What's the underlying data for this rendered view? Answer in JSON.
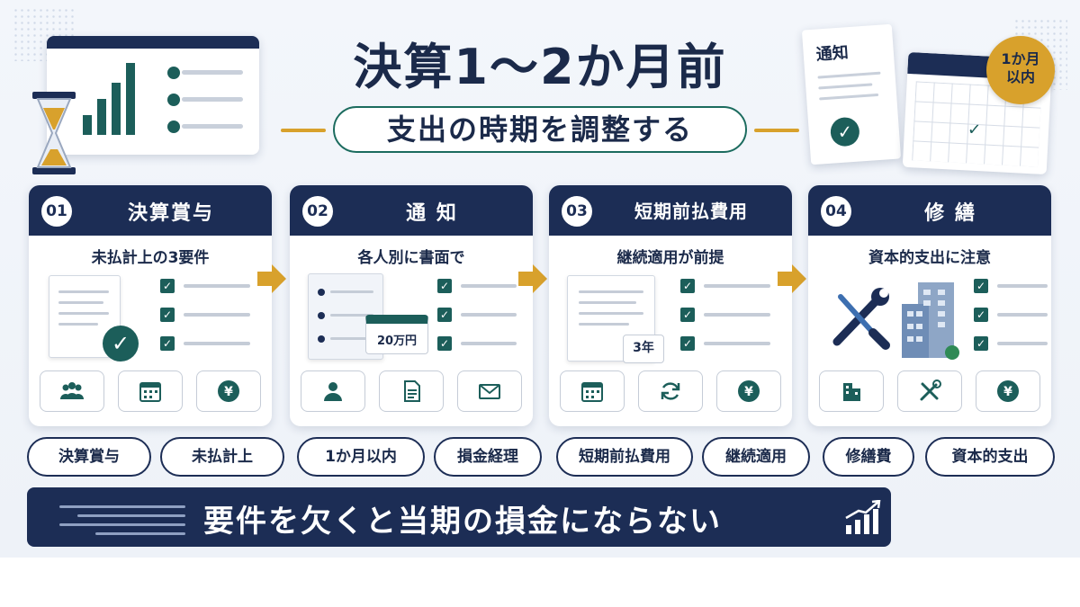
{
  "header": {
    "title": "決算1〜2か月前",
    "subtitle": "支出の時期を調整する"
  },
  "deco": {
    "notice_label": "通知",
    "badge_line1": "1か月",
    "badge_line2": "以内"
  },
  "cards": [
    {
      "num": "01",
      "title": "決算賞与",
      "subtitle": "未払計上の3要件",
      "icons": [
        "people-icon",
        "calendar-icon",
        "yen-icon"
      ]
    },
    {
      "num": "02",
      "title": "通 知",
      "subtitle": "各人別に書面で",
      "tag": "20万円",
      "icons": [
        "person-icon",
        "document-icon",
        "mail-icon"
      ]
    },
    {
      "num": "03",
      "title": "短期前払費用",
      "subtitle": "継続適用が前提",
      "tag": "3年",
      "icons": [
        "calendar-icon",
        "refresh-icon",
        "yen-icon"
      ]
    },
    {
      "num": "04",
      "title": "修 繕",
      "subtitle": "資本的支出に注意",
      "icons": [
        "building-icon",
        "tools-icon",
        "yen-icon"
      ]
    }
  ],
  "keywords": [
    "決算賞与",
    "未払計上",
    "1か月以内",
    "損金経理",
    "短期前払費用",
    "継続適用",
    "修繕費",
    "資本的支出"
  ],
  "banner": {
    "text": "要件を欠くと当期の損金にならない"
  },
  "colors": {
    "navy": "#1c2d55",
    "teal": "#1c5e5a",
    "gold": "#d8a12c"
  }
}
